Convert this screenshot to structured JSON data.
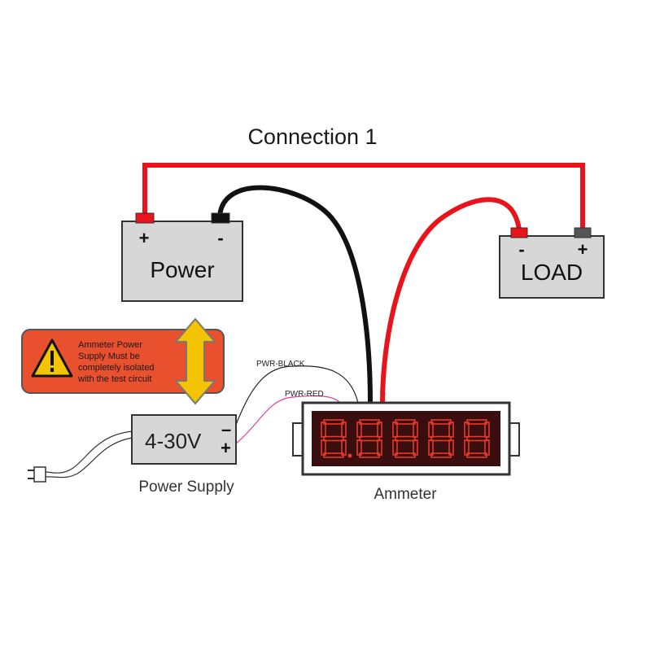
{
  "title": "Connection 1",
  "power_box": {
    "label": "Power",
    "plus": "+",
    "minus": "-"
  },
  "load_box": {
    "label": "LOAD",
    "plus": "+",
    "minus": "-"
  },
  "warning": {
    "lines": [
      "Ammeter Power",
      "Supply Must be",
      "completely isolated",
      "with the test circuit"
    ],
    "icon": "warning-triangle-icon"
  },
  "wires": {
    "pwr_black": "PWR-BLACK",
    "pwr_red": "PWR-RED"
  },
  "power_supply": {
    "label": "4-30V",
    "minus": "–",
    "plus": "+",
    "caption": "Power Supply"
  },
  "ammeter": {
    "caption": "Ammeter",
    "display": "8.8888"
  },
  "colors": {
    "red_wire": "#e8131b",
    "black_wire": "#111111",
    "box_fill": "#d7d7d7",
    "warning_fill": "#e8502e",
    "arrow_fill": "#f5c400",
    "display_fill": "#3a0e0e",
    "segment": "#e53b2b"
  }
}
